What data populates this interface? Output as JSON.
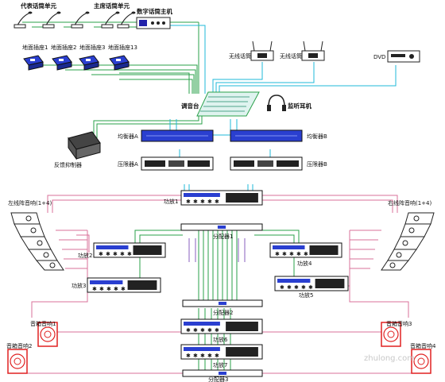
{
  "labels": {
    "delegate_unit": "代表话筒单元",
    "chair_unit": "主席话筒单元",
    "digital_host": "数字话筒主机",
    "floor_sockets": [
      "地面插座1",
      "地面插座2",
      "地面插座3",
      "地面插座13"
    ],
    "wireless_mic_1": "无线话筒",
    "wireless_mic_2": "无线话筒",
    "dvd": "DVD",
    "mixer": "调音台",
    "monitor_headphone": "监听耳机",
    "equalizer_a": "均衡器A",
    "equalizer_b": "均衡器B",
    "compressor_a": "压限器A",
    "compressor_b": "压限器B",
    "feedback_suppressor": "反馈抑制器",
    "left_line_array": "左线阵音响(1+4)",
    "right_line_array": "右线阵音响(1+4)",
    "amp_1": "功放1",
    "splitter_1": "分配器1",
    "amp_2": "功放2",
    "amp_3": "功放3",
    "amp_4": "功放4",
    "amp_5": "功放5",
    "splitter_2": "分配器2",
    "amp_6": "功放6",
    "amp_7": "功放7",
    "splitter_3": "分配器3",
    "speaker_1": "音箱音响1",
    "speaker_2": "音箱音响2",
    "speaker_3": "音箱音响3",
    "speaker_4": "音箱音响4",
    "watermark": "zhulong.com"
  },
  "colors": {
    "link_mic": "#2aa04a",
    "link_audio": "#1fb8d8",
    "link_speaker": "#d8709a",
    "link_splitter": "#8a5fbf",
    "device_blue": "#2222aa",
    "speaker_red": "#e02020"
  },
  "icons": {
    "mic": "gooseneck-microphone-icon",
    "host": "conference-host-icon",
    "socket": "floor-socket-icon",
    "wireless": "wireless-receiver-icon",
    "dvd": "dvd-player-icon",
    "headphone": "headphone-icon",
    "rack": "rack-unit-icon",
    "line_array": "line-array-speaker-icon",
    "floor_speaker": "floor-speaker-icon"
  }
}
